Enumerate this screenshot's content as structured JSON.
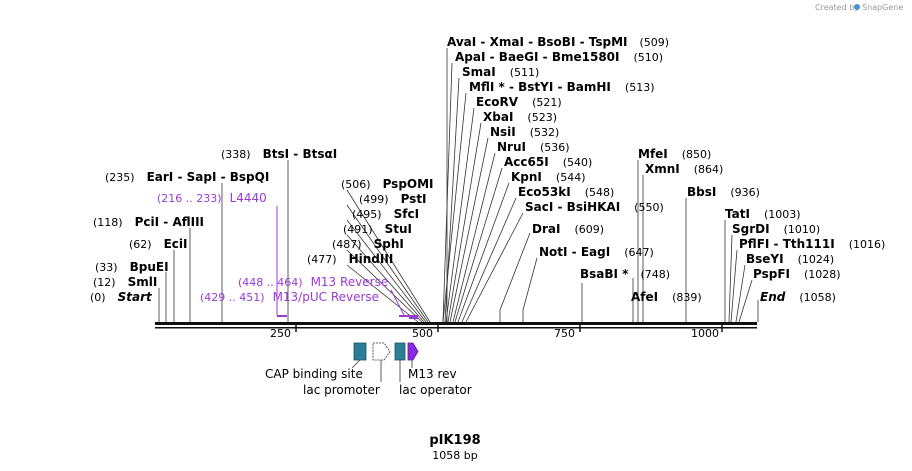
{
  "plasmid": {
    "name": "pIK198",
    "length_label": "1058 bp",
    "length": 1058
  },
  "credit": {
    "created_by": "Created by",
    "brand": "SnapGene"
  },
  "axis_ticks": [
    "250",
    "500",
    "750",
    "1000"
  ],
  "enzymes": {
    "row_509": {
      "names": [
        "AvaI",
        "XmaI",
        "BsoBI",
        "TspMI"
      ],
      "pos": "(509)"
    },
    "row_510": {
      "names": [
        "ApaI",
        "BaeGI",
        "Bme1580I"
      ],
      "pos": "(510)"
    },
    "row_511": {
      "names": [
        "SmaI"
      ],
      "pos": "(511)"
    },
    "row_513": {
      "names": [
        "MflI *",
        "BstYI",
        "BamHI"
      ],
      "pos": "(513)"
    },
    "row_521": {
      "names": [
        "EcoRV"
      ],
      "pos": "(521)"
    },
    "row_523": {
      "names": [
        "XbaI"
      ],
      "pos": "(523)"
    },
    "row_532": {
      "names": [
        "NsiI"
      ],
      "pos": "(532)"
    },
    "row_536": {
      "names": [
        "NruI"
      ],
      "pos": "(536)"
    },
    "row_540": {
      "names": [
        "Acc65I"
      ],
      "pos": "(540)"
    },
    "row_544": {
      "names": [
        "KpnI"
      ],
      "pos": "(544)"
    },
    "row_548": {
      "names": [
        "Eco53kI"
      ],
      "pos": "(548)"
    },
    "row_550": {
      "names": [
        "SacI",
        "BsiHKAI"
      ],
      "pos": "(550)"
    },
    "row_609": {
      "names": [
        "DraI"
      ],
      "pos": "(609)"
    },
    "row_647": {
      "names": [
        "NotI",
        "EagI"
      ],
      "pos": "(647)"
    },
    "row_748": {
      "names": [
        "BsaBI *"
      ],
      "pos": "(748)"
    },
    "row_839": {
      "names": [
        "AfeI"
      ],
      "pos": "(839)"
    },
    "row_850": {
      "names": [
        "MfeI"
      ],
      "pos": "(850)"
    },
    "row_864": {
      "names": [
        "XmnI"
      ],
      "pos": "(864)"
    },
    "row_936": {
      "names": [
        "BbsI"
      ],
      "pos": "(936)"
    },
    "row_1003": {
      "names": [
        "TatI"
      ],
      "pos": "(1003)"
    },
    "row_1010": {
      "names": [
        "SgrDI"
      ],
      "pos": "(1010)"
    },
    "row_1016": {
      "names": [
        "PflFI",
        "Tth111I"
      ],
      "pos": "(1016)"
    },
    "row_1024": {
      "names": [
        "BseYI"
      ],
      "pos": "(1024)"
    },
    "row_1028": {
      "names": [
        "PspFI"
      ],
      "pos": "(1028)"
    },
    "row_end": {
      "names": [
        "End"
      ],
      "pos": "(1058)"
    },
    "row_338": {
      "names": [
        "BtsI",
        "BtsαI"
      ],
      "pos": "(338)"
    },
    "row_235": {
      "names": [
        "EarI",
        "SapI",
        "BspQI"
      ],
      "pos": "(235)"
    },
    "row_506": {
      "names": [
        "PspOMI"
      ],
      "pos": "(506)"
    },
    "row_499": {
      "names": [
        "PstI"
      ],
      "pos": "(499)"
    },
    "row_495": {
      "names": [
        "SfcI"
      ],
      "pos": "(495)"
    },
    "row_491": {
      "names": [
        "StuI"
      ],
      "pos": "(491)"
    },
    "row_487": {
      "names": [
        "SphI"
      ],
      "pos": "(487)"
    },
    "row_477": {
      "names": [
        "HindIII"
      ],
      "pos": "(477)"
    },
    "row_118": {
      "names": [
        "PciI",
        "AflIII"
      ],
      "pos": "(118)"
    },
    "row_62": {
      "names": [
        "EciI"
      ],
      "pos": "(62)"
    },
    "row_33": {
      "names": [
        "BpuEI"
      ],
      "pos": "(33)"
    },
    "row_12": {
      "names": [
        "SmlI"
      ],
      "pos": "(12)"
    },
    "row_start": {
      "names": [
        "Start"
      ],
      "pos": "(0)"
    }
  },
  "primers": {
    "l4440": {
      "range": "(216 .. 233)",
      "name": "L4440"
    },
    "m13rev": {
      "range": "(448 .. 464)",
      "name": "M13 Reverse"
    },
    "m13puc": {
      "range": "(429 .. 451)",
      "name": "M13/pUC Reverse"
    }
  },
  "features": {
    "cap": "CAP binding site",
    "lacp": "lac promoter",
    "m13rev": "M13 rev",
    "laco": "lac operator"
  },
  "colors": {
    "primer": "#9a3bd2",
    "feature_teal": "#2e7d96",
    "m13_purple": "#8a2be2"
  }
}
